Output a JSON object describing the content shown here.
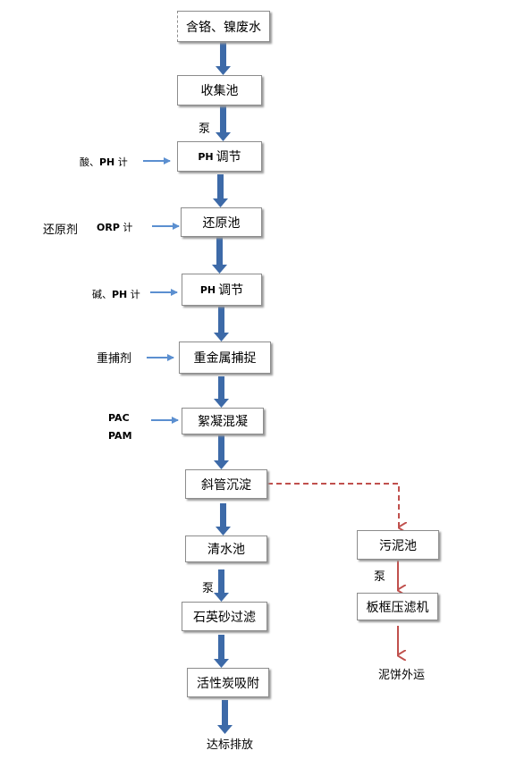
{
  "main_flow": {
    "box1": "含铬、镍废水",
    "box2": "收集池",
    "box3_prefix": "PH",
    "box3_suffix": "调节",
    "box4": "还原池",
    "box5_prefix": "PH",
    "box5_suffix": "调节",
    "box6": "重金属捕捉",
    "box7": "絮凝混凝",
    "box8": "斜管沉淀",
    "box9": "清水池",
    "box10": "石英砂过滤",
    "box11": "活性炭吸附",
    "output": "达标排放"
  },
  "sludge_flow": {
    "box1": "污泥池",
    "box2": "板框压滤机",
    "output": "泥饼外运"
  },
  "inputs": {
    "pump1": "泵",
    "acid_a": "酸、",
    "acid_b": "PH",
    "acid_c": "计",
    "reducer": "还原剂",
    "orp_a": "ORP",
    "orp_b": "计",
    "base_a": "碱、",
    "base_b": "PH",
    "base_c": "计",
    "capture_agent": "重捕剂",
    "pac": "PAC",
    "pam": "PAM",
    "pump2": "泵",
    "pump3": "泵"
  },
  "colors": {
    "main_arrow": "#3d6aa8",
    "input_arrow": "#5b8fd0",
    "sludge_arrow": "#c0504d"
  }
}
